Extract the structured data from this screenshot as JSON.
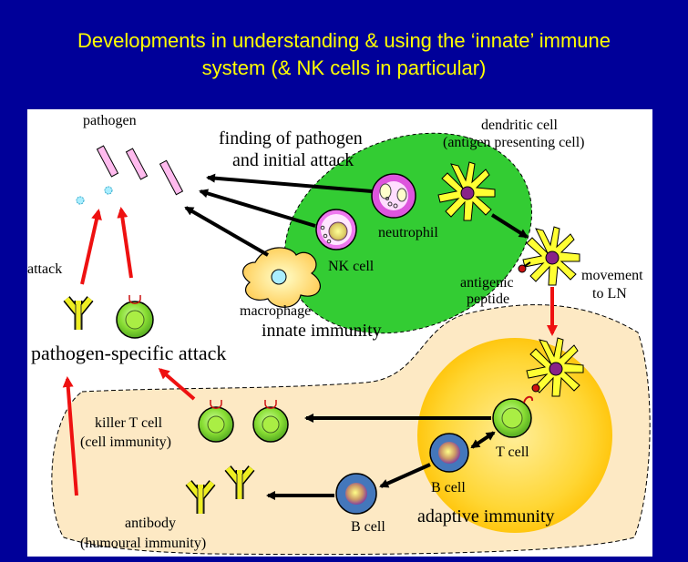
{
  "title": {
    "line1": "Developments in understanding & using the ‘innate’ immune",
    "line2": "system (& NK cells in particular)"
  },
  "diagram": {
    "pathogen": "pathogen",
    "finding_line1": "finding of pathogen",
    "finding_line2": "and initial attack",
    "dendritic_line1": "dendritic cell",
    "dendritic_line2": "(antigen presenting cell)",
    "neutrophil": "neutrophil",
    "nk_cell": "NK cell",
    "macrophage": "macrophage",
    "innate_immunity": "innate immunity",
    "antigenic_line1": "antigenic",
    "antigenic_line2": "peptide",
    "movement_line1": "movement",
    "movement_line2": "to LN",
    "attack": "attack",
    "pathogen_specific_attack": "pathogen-specific attack",
    "killer_line1": "killer T cell",
    "killer_line2": "(cell immunity)",
    "t_cell": "T cell",
    "b_cell_upper": "B cell",
    "b_cell_lower": "B cell",
    "adaptive_immunity": "adaptive immunity",
    "antibody_line1": "antibody",
    "antibody_line2": "(humoural immunity)"
  },
  "colors": {
    "background": "#000099",
    "title": "#ffff00",
    "innate_zone": "#33cc33",
    "adaptive_zone": "#fde9c4",
    "lymph_node": "#ffcc00",
    "arrow_red": "#ee1111",
    "arrow_black": "#000000"
  }
}
